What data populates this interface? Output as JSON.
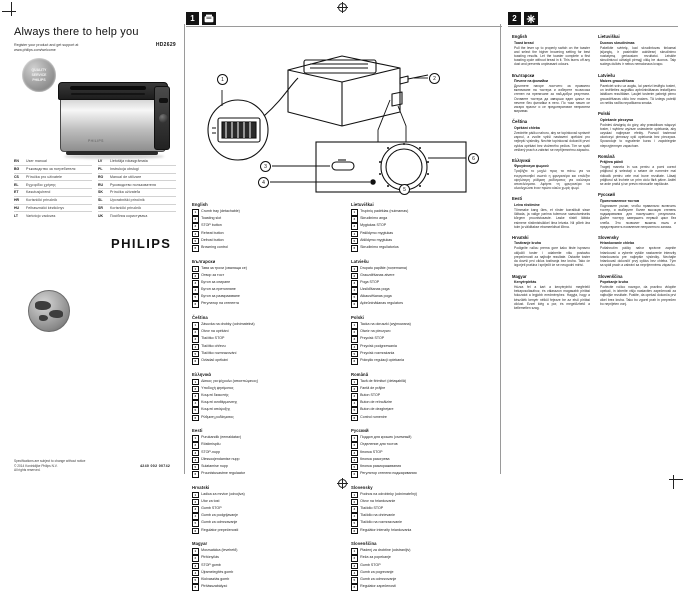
{
  "document": {
    "brand": "PHILIPS",
    "cover_title": "Always there to help you",
    "cover_subtitle": "Register your product and get support at www.philips.com/welcome",
    "model_code": "HD2629",
    "seal_line1": "QUALITY",
    "seal_line2": "SERVICE",
    "seal_line3": "PHILIPS",
    "product_brandline": "PHILIPS",
    "footer": "Specifications are subject to change without notice\n© 2014 Koninklijke Philips N.V.\nAll rights reserved.",
    "doc_code": "4240 002 00742"
  },
  "language_codes": {
    "column_left": [
      {
        "code": "EN",
        "name": "User manual"
      },
      {
        "code": "BG",
        "name": "Ръководство за потребителя"
      },
      {
        "code": "CS",
        "name": "Příručka pro uživatele"
      },
      {
        "code": "EL",
        "name": "Εγχειρίδιο χρήσης"
      },
      {
        "code": "ET",
        "name": "Kasutusjuhend"
      },
      {
        "code": "HR",
        "name": "Korisnički priručnik"
      },
      {
        "code": "HU",
        "name": "Felhasználói kézikönyv"
      },
      {
        "code": "LT",
        "name": "Vartotojo vadovas"
      }
    ],
    "column_right": [
      {
        "code": "LV",
        "name": "Lietotāja rokasgrāmata"
      },
      {
        "code": "PL",
        "name": "Instrukcja obsługi"
      },
      {
        "code": "RO",
        "name": "Manual de utilizare"
      },
      {
        "code": "RU",
        "name": "Руководство пользователя"
      },
      {
        "code": "SK",
        "name": "Príručka užívateľa"
      },
      {
        "code": "SL",
        "name": "Uporabniški priročnik"
      },
      {
        "code": "SR",
        "name": "Korisnički priručnik"
      },
      {
        "code": "UK",
        "name": "Посібник користувача"
      }
    ]
  },
  "panels": {
    "diagram": {
      "badge_number": "1",
      "badge_icon": "toaster-icon",
      "callouts": [
        "1",
        "2",
        "3",
        "4",
        "5",
        "6"
      ]
    },
    "text": {
      "badge_number": "2",
      "badge_icon": "snowflake-icon"
    }
  },
  "parts_lists": [
    {
      "language": "English",
      "items": [
        "Crumb tray (detachable)",
        "Toasting slot",
        "STOP button",
        "Reheat button",
        "Defrost button",
        "Browning control"
      ]
    },
    {
      "language": "Български",
      "items": [
        "Тава за трохи (свалящa се)",
        "Отвор за тост",
        "Бутон за спиране",
        "Бутон за претопляне",
        "Бутон за размразяване",
        "Регулатор на степента"
      ]
    },
    {
      "language": "Čeština",
      "items": [
        "Zásuvka na drobky (odnímatelná)",
        "Otvor na opékání",
        "Tlačítko STOP",
        "Tlačítko ohřevu",
        "Tlačítko rozmrazování",
        "Ovladač opékání"
      ]
    },
    {
      "language": "Ελληνικά",
      "items": [
        "Δίσκος για ψίχουλα (αποσπώμενος)",
        "Υποδοχή ψησίματος",
        "Κουμπί διακοπής",
        "Κουμπί αναθέρμανσης",
        "Κουμπί απόψυξης",
        "Ρύθμιση ροδίσματος"
      ]
    },
    {
      "language": "Eesti",
      "items": [
        "Purukandik (eemaldatav)",
        "Röstimispilu",
        "STOP-nupp",
        "Ülessoojendamise nupp",
        "Sulatamise nupp",
        "Pruunistusastme regulaator"
      ]
    },
    {
      "language": "Hrvatski",
      "items": [
        "Ladica za mrvice (odvojiva)",
        "Utor za tost",
        "Gumb STOP",
        "Gumb za podgrijavanje",
        "Gumb za odmrzavanje",
        "Regulator prepečenosti"
      ]
    },
    {
      "language": "Magyar",
      "items": [
        "Morzsatálca (levehető)",
        "Pirítónyílás",
        "STOP gomb",
        "Újramelegítés gomb",
        "Kiolvasztás gomb",
        "Pirításszabályzó"
      ]
    },
    {
      "language": "Lietuviškai",
      "items": [
        "Trupinių padėklas (nuimamas)",
        "Skrudinimo anga",
        "Mygtukas STOP",
        "Pašildymo mygtukas",
        "Atšildymo mygtukas",
        "Skrudinimo reguliatorius"
      ]
    },
    {
      "language": "Latviešu",
      "items": [
        "Drupatu paplāte (noņemama)",
        "Grauzdēšanas atvere",
        "Poga STOP",
        "Uzsildīšanas poga",
        "Atkausēšanas poga",
        "Apbrūnināšanas regulators"
      ]
    },
    {
      "language": "Polski",
      "items": [
        "Tacka na okruszki (wyjmowana)",
        "Otwór na pieczywo",
        "Przycisk STOP",
        "Przycisk podgrzewania",
        "Przycisk rozmrażania",
        "Pokrętło regulacji opiekania"
      ]
    },
    {
      "language": "Română",
      "items": [
        "Tavă de firimituri (detaşabilă)",
        "Fantă de prăjire",
        "Buton STOP",
        "Buton de reîncălzire",
        "Buton de dezgheţare",
        "Control rumenire"
      ]
    },
    {
      "language": "Русский",
      "items": [
        "Поддон для крошек (съемный)",
        "Отделение для тостов",
        "Кнопка STOP",
        "Кнопка разогрева",
        "Кнопка размораживания",
        "Регулятор степени поджаривания"
      ]
    },
    {
      "language": "Slovensky",
      "items": [
        "Podnos na odrobinky (odnímateľný)",
        "Otvor na hriankovanie",
        "Tlačidlo STOP",
        "Tlačidlo na ohrievanie",
        "Tlačidlo na rozmrazovanie",
        "Regulátor intenzity hriankovania"
      ]
    },
    {
      "language": "Slovenščina",
      "items": [
        "Pladenj za drobtine (odstranljiv)",
        "Reža za popekanje",
        "Gumb STOP",
        "Gumb za pogrevanje",
        "Gumb za odmrzovanje",
        "Regulator zapečenosti"
      ]
    }
  ],
  "instructions": [
    {
      "language": "English",
      "subheading": "Toast bread",
      "body": "Pull the lever up to properly switch on the toaster and select the higher browning setting for best toasting results. Let the toaster complete a first toasting cycle without bread in it. This burns off any dust and prevents unpleasant odours."
    },
    {
      "language": "Български",
      "subheading": "Печене на филийки",
      "body": "Дръпнете нагоре лостчето за правилно включване на тостера и изберете по-висока степен на препичане за най-добри резултати. Оставете тостера да завърши един цикъл на печене без филийки в него. По този начин се изгаря прахът и се предотвратяват неприятни миризми."
    },
    {
      "language": "Čeština",
      "subheading": "Opékání chleba",
      "body": "Zvedněte páčku nahoru, aby se topinkovač správně zapnul, a zvolte vyšší nastavení opékání pro nejlepší výsledky. Nechte topinkovač dokončit první cyklus opékání bez vloženého pečiva. Tím se spálí veškerý prach a zabrání se nepříjemnému zápachu."
    },
    {
      "language": "Ελληνικά",
      "subheading": "Φρυγάνισμα ψωμιού",
      "body": "Τραβήξτε το μοχλό προς τα πάνω για να ενεργοποιηθεί σωστά η φρυγανιέρα και επιλέξτε υψηλότερη ρύθμιση ροδίσματος για καλύτερα αποτελέσματα. Αφήστε τη φρυγανιέρα να ολοκληρώσει έναν πρώτο κύκλο χωρίς ψωμί."
    },
    {
      "language": "Eesti",
      "subheading": "Leiva röstimine",
      "body": "Tõmmake kang üles, et röster korralikult sisse lülitada, ja valige parima tulemuse saavutamiseks kõrgem pruunistusaste. Laske röstril läbida esimene röstimistsükkel ilma leivata. Nii põleb ära tolm ja välditakse ebameeldivat lõhna."
    },
    {
      "language": "Hrvatski",
      "subheading": "Tostiranje kruha",
      "body": "Podignite ručicu prema gore kako biste ispravno uključili toster i odaberite višu postavku prepečenosti za najbolje rezultate. Ostavite toster da dovrši prvi ciklus tostiranja bez kruha. Tako će izgorjeti prašina i spriječit će se neugodni mirisi."
    },
    {
      "language": "Magyar",
      "subheading": "Kenyérpirítás",
      "body": "Húzza fel a kart a kenyérpirító megfelelő bekapcsolásához, és válasszon magasabb pirítási fokozatot a legjobb eredményhez. Hagyja, hogy a készülék kenyér nélkül fejezze be az első pirítási ciklust. Ezzel kiég a por, és megelőzhető a kellemetlen szag."
    },
    {
      "language": "Lietuviškai",
      "subheading": "Duonos skrudinimas",
      "body": "Pakelkite svirtelę, kad skrudintuvas tinkamai įsijungtų, ir pasirinkite aukštesnį skrudinimo nustatymą geriausiam rezultatui. Leiskite skrudintuvui užbaigti pirmąjį ciklą be duonos. Taip sudegs dulkės ir nebus nemalonaus kvapo."
    },
    {
      "language": "Latviešu",
      "subheading": "Maizes grauzdēšana",
      "body": "Pavelciet sviru uz augšu, lai pareizi ieslēgtu tosteri, un izvēlieties augstāku apbrūnināšanas iestatījumu labākam rezultātam. Ļaujiet tosterim pabeigt pirmo grauzdēšanas ciklu bez maizes. Tā izdegs putekļi un netiks radīta nepatīkama smaka."
    },
    {
      "language": "Polski",
      "subheading": "Opiekanie pieczywa",
      "body": "Podnieś dźwignię do góry, aby prawidłowo włączyć toster, i wybierz wyższe ustawienie opiekania, aby uzyskać najlepsze efekty. Pozwól tosterowi ukończyć pierwszy cykl opiekania bez pieczywa. Spowoduje to wypalenie kurzu i zapobiegnie nieprzyjemnym zapachom."
    },
    {
      "language": "Română",
      "subheading": "Prăjirea pâinii",
      "body": "Trageţi maneta în sus pentru a porni corect prăjitorul şi selectaţi o setare de rumenire mai ridicată pentru cele mai bune rezultate. Lăsaţi prăjitorul să încheie un prim ciclu fără pâine. Astfel se arde praful şi se previn mirosurile neplăcute."
    },
    {
      "language": "Русский",
      "subheading": "Приготовление тостов",
      "body": "Поднимите рычаг, чтобы правильно включить тостер, и выберите более высокую степень поджаривания для наилучшего результата. Дайте тостеру завершить первый цикл без хлеба. Это позволит выжечь пыль и предотвратить появление неприятного запаха."
    },
    {
      "language": "Slovensky",
      "subheading": "Hriankovanie chleba",
      "body": "Potiahnutím páčky nahor správne zapnite hriankovač a vyberte vyššie nastavenie intenzity hriankovania pre najlepšie výsledky. Nechajte hriankovač dokončiť prvý cyklus bez chleba. Tým sa spáli prach a zabráni sa nepríjemnému zápachu."
    },
    {
      "language": "Slovenščina",
      "subheading": "Popekanje kruha",
      "body": "Povlecite ročico navzgor, da pravilno vklopite opekač, in izberite višjo nastavitev zapečenosti za najboljše rezultate. Pustite, da opekač dokonča prvi cikel brez kruha. Tako bo zgorel prah in preprečen bo neprijeten vonj."
    }
  ]
}
